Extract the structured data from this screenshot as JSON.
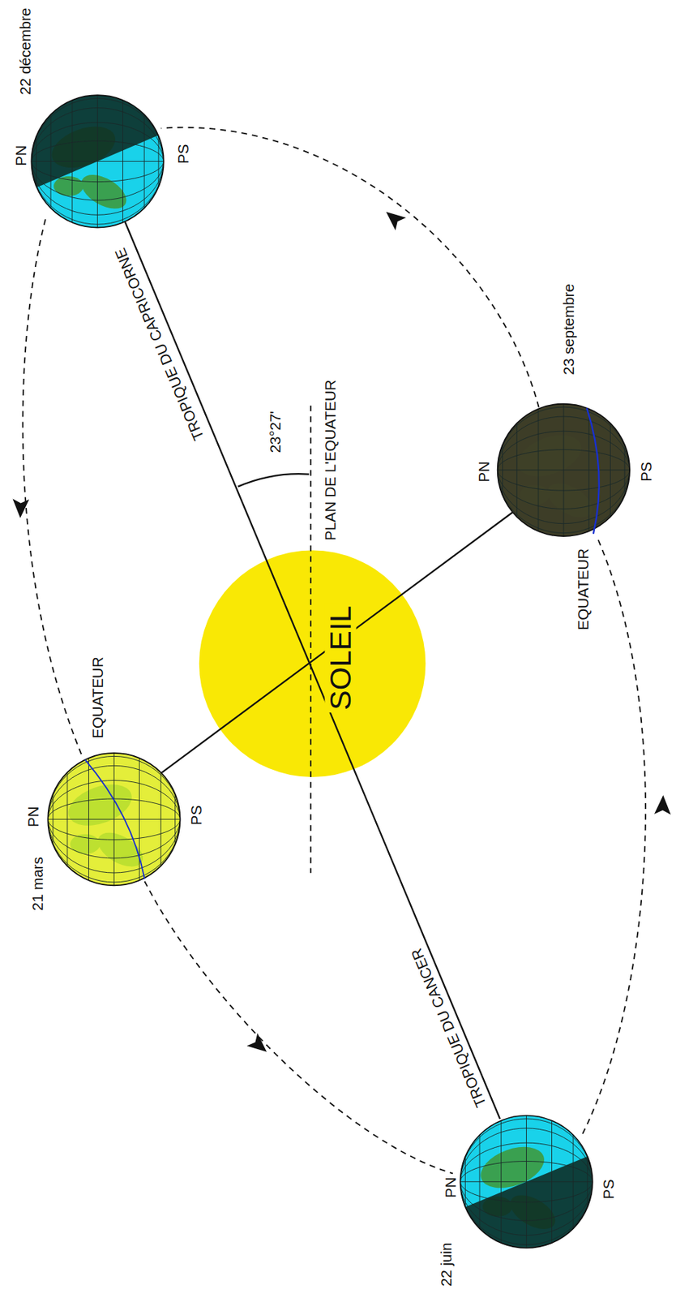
{
  "diagram": {
    "nodes": [
      {
        "text": [
          "SOLEIL"
        ]
      }
    ],
    "labels": [
      "22 décembre",
      "PN",
      "PS",
      "TROPIQUE DU CAPRICORNE",
      "23°27'",
      "PLAN DE L'EQUATEUR",
      "23 septembre",
      "PN",
      "PS",
      "EQUATEUR",
      "EQUATEUR",
      "PN",
      "PS",
      "21 mars",
      "TROPIQUE DU CANCER",
      "PN",
      "22 juin",
      "PS"
    ]
  }
}
